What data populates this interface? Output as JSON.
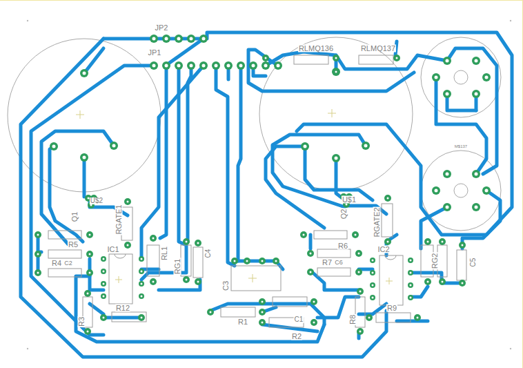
{
  "diagram": {
    "labels": [
      "JP2",
      "JP1",
      "RLMQ136",
      "RLMQ137",
      "M$137",
      "U$2",
      "Q1",
      "RGATE1",
      "R5",
      "R4",
      "C2",
      "IC1",
      "RL1",
      "RG1",
      "C4",
      "C3",
      "R12",
      "R3",
      "R1",
      "R2",
      "C1",
      "U$1",
      "Q2",
      "RGATE2",
      "R6",
      "R7",
      "C6",
      "IC2",
      "R8",
      "R9",
      "RG2",
      "C5"
    ]
  }
}
